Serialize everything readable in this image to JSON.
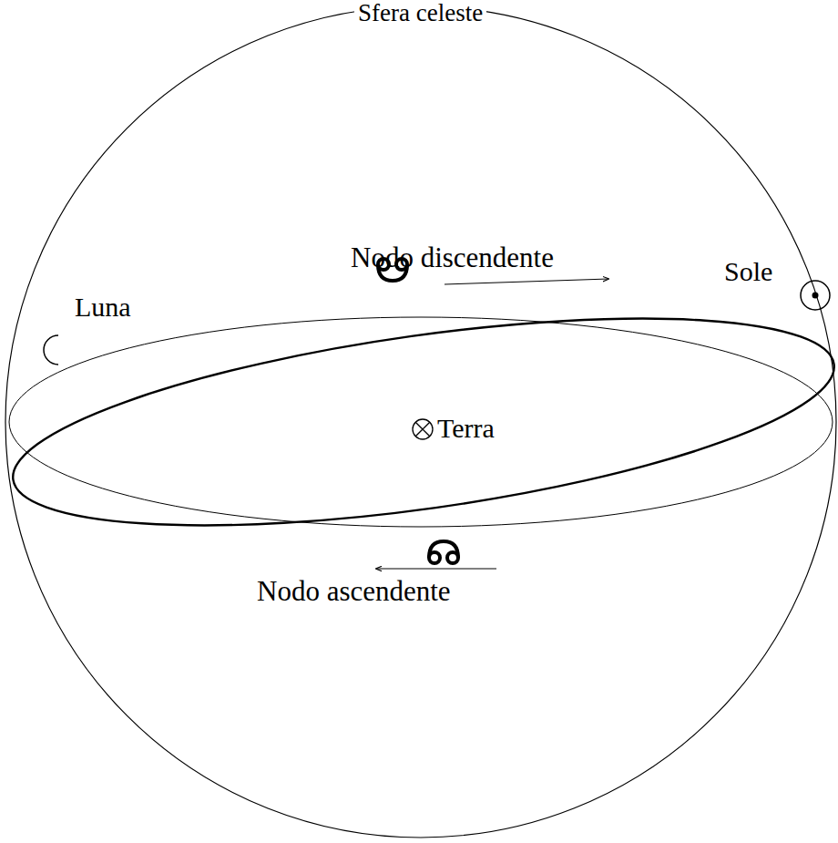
{
  "diagram": {
    "labels": [
      "Sfera celeste",
      "Nodo discendente",
      "Sole",
      "Luna",
      "Terra",
      "Nodo ascendente"
    ]
  }
}
